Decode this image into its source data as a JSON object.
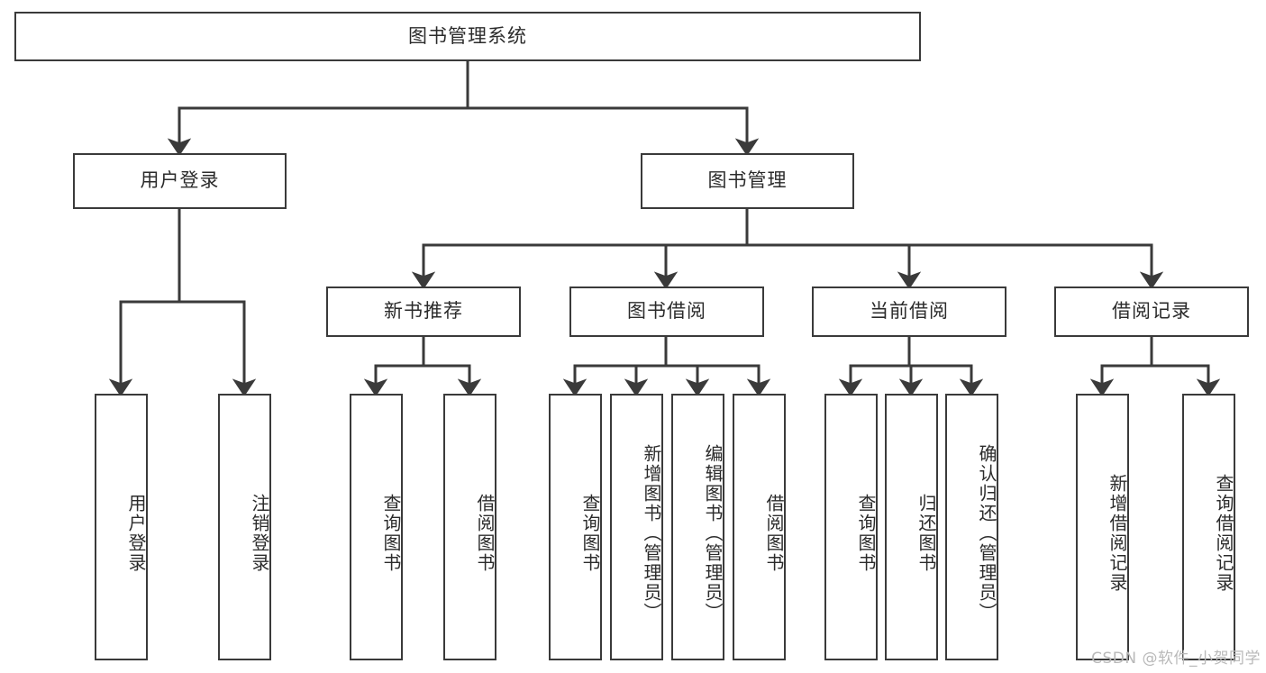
{
  "diagram": {
    "type": "tree",
    "root": {
      "id": "root",
      "label": "图书管理系统"
    },
    "level2": [
      {
        "id": "user-login",
        "label": "用户登录"
      },
      {
        "id": "book-manage",
        "label": "图书管理"
      }
    ],
    "level3": [
      {
        "id": "new-book-rec",
        "label": "新书推荐",
        "parent": "book-manage"
      },
      {
        "id": "book-borrow",
        "label": "图书借阅",
        "parent": "book-manage"
      },
      {
        "id": "current-borrow",
        "label": "当前借阅",
        "parent": "book-manage"
      },
      {
        "id": "borrow-record",
        "label": "借阅记录",
        "parent": "book-manage"
      }
    ],
    "leaves": {
      "user_login": [
        {
          "id": "leaf-user-login",
          "label": "用户登录"
        },
        {
          "id": "leaf-logout",
          "label": "注销登录"
        }
      ],
      "new_book_rec": [
        {
          "id": "leaf-query-book-1",
          "label": "查询图书"
        },
        {
          "id": "leaf-borrow-book-1",
          "label": "借阅图书"
        }
      ],
      "book_borrow": [
        {
          "id": "leaf-query-book-2",
          "label": "查询图书"
        },
        {
          "id": "leaf-add-book",
          "label": "新增图书（管理员）"
        },
        {
          "id": "leaf-edit-book",
          "label": "编辑图书（管理员）"
        },
        {
          "id": "leaf-borrow-book-2",
          "label": "借阅图书"
        }
      ],
      "current_borrow": [
        {
          "id": "leaf-query-book-3",
          "label": "查询图书"
        },
        {
          "id": "leaf-return-book",
          "label": "归还图书"
        },
        {
          "id": "leaf-confirm-return",
          "label": "确认归还（管理员）"
        }
      ],
      "borrow_record": [
        {
          "id": "leaf-add-record",
          "label": "新增借阅记录"
        },
        {
          "id": "leaf-query-record",
          "label": "查询借阅记录"
        }
      ]
    }
  },
  "watermark": {
    "text": "CSDN @软件_小贺同学"
  },
  "colors": {
    "stroke": "#3a3a3a",
    "fill": "#ffffff",
    "text": "#2b2b2b",
    "watermark": "#b9b9b9"
  }
}
